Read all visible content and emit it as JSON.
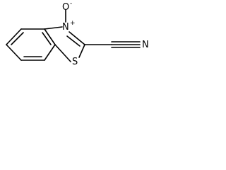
{
  "molecule": {
    "atoms": {
      "oxygen": "O",
      "oxygen_charge": "-",
      "nitrogen": "N",
      "nitrogen_charge": "+",
      "sulfur": "S",
      "nitrile_nitrogen": "N"
    },
    "colors": {
      "bond": "#000000",
      "label": "#000000",
      "background": "#ffffff"
    }
  }
}
